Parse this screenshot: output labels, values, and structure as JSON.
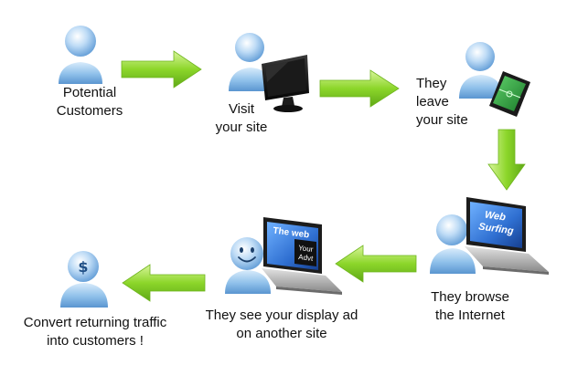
{
  "steps": {
    "potential": {
      "line1": "Potential",
      "line2": "Customers"
    },
    "visit": {
      "line1": "Visit",
      "line2": "your site"
    },
    "leave": {
      "line1": "They",
      "line2": "leave",
      "line3": "your site"
    },
    "browse": {
      "line1": "They browse",
      "line2": "the Internet"
    },
    "see_ad": {
      "line1": "They see your display ad",
      "line2": "on another site"
    },
    "convert": {
      "line1": "Convert returning traffic",
      "line2": "into customers !"
    }
  },
  "screens": {
    "surfing_line1": "Web",
    "surfing_line2": "Surfing",
    "ad_title": "The web",
    "ad_box_line1": "Your",
    "ad_box_line2": "Advt"
  },
  "icons": {
    "dollar_symbol": "$"
  },
  "colors": {
    "arrow_green": "#8cd62a",
    "person_blue": "#7fb6e6",
    "screen_blue": "#2f6fd1"
  }
}
